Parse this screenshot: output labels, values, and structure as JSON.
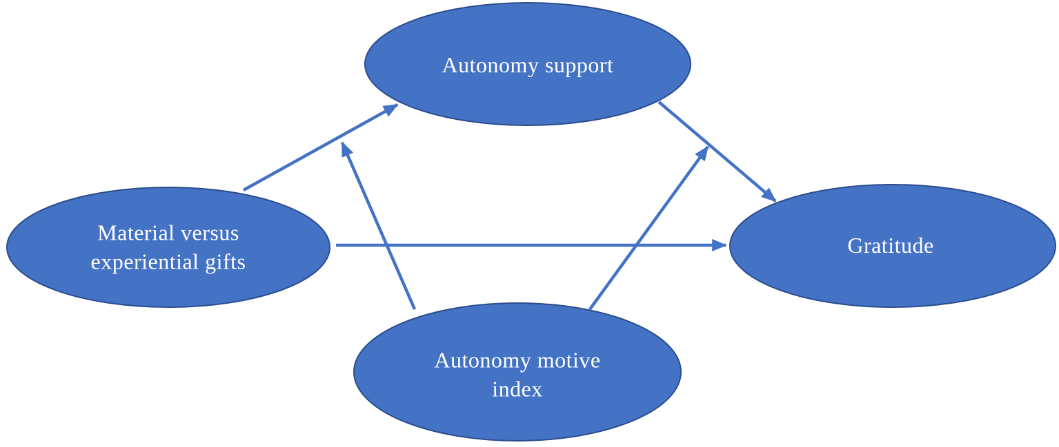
{
  "figure": {
    "type": "path-diagram",
    "background": "#ffffff",
    "colors": {
      "node_fill": "#4472c4",
      "node_border": "#2b4d8e",
      "arrow": "#4472c4",
      "label_text": "#ffffff"
    },
    "nodes": [
      {
        "id": "autonomy-support",
        "label": "Autonomy support"
      },
      {
        "id": "material-versus-experiential-gifts",
        "label": "Material versus\nexperiential gifts"
      },
      {
        "id": "gratitude",
        "label": "Gratitude"
      },
      {
        "id": "autonomy-motive-index",
        "label": "Autonomy motive\nindex"
      }
    ],
    "edges": [
      {
        "id": "material-to-autonomy-support",
        "from": "material-versus-experiential-gifts",
        "to": "autonomy-support"
      },
      {
        "id": "material-to-gratitude",
        "from": "material-versus-experiential-gifts",
        "to": "gratitude"
      },
      {
        "id": "autonomy-support-to-gratitude",
        "from": "autonomy-support",
        "to": "gratitude"
      },
      {
        "id": "autonomy-motive-index-to-autonomy-support",
        "from": "autonomy-motive-index",
        "to": "autonomy-support"
      },
      {
        "id": "autonomy-motive-index-to-gratitude",
        "from": "autonomy-motive-index",
        "to": "gratitude"
      }
    ]
  }
}
